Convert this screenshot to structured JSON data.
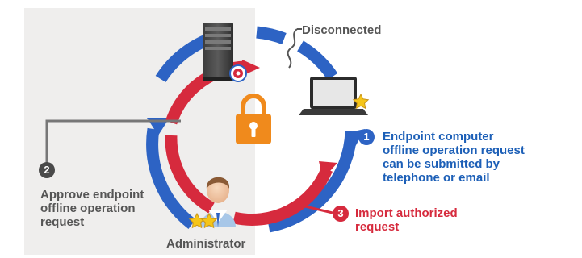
{
  "labels": {
    "disconnected": "Disconnected",
    "administrator": "Administrator"
  },
  "steps": [
    {
      "number": "1",
      "lines": [
        "Endpoint computer",
        "offline operation request",
        "can be submitted by",
        "telephone or email"
      ]
    },
    {
      "number": "2",
      "lines": [
        "Approve endpoint",
        "offline operation",
        "request"
      ]
    },
    {
      "number": "3",
      "lines": [
        "Import authorized",
        "request"
      ]
    }
  ],
  "colors": {
    "blue": "#2d63c4",
    "red": "#d62a3d",
    "gray_text": "#555555",
    "lock": "#f08a1c",
    "panel": "#efeeed"
  },
  "icons": [
    "server-icon",
    "laptop-icon",
    "lock-icon",
    "administrator-icon",
    "star-icon",
    "target-icon"
  ]
}
